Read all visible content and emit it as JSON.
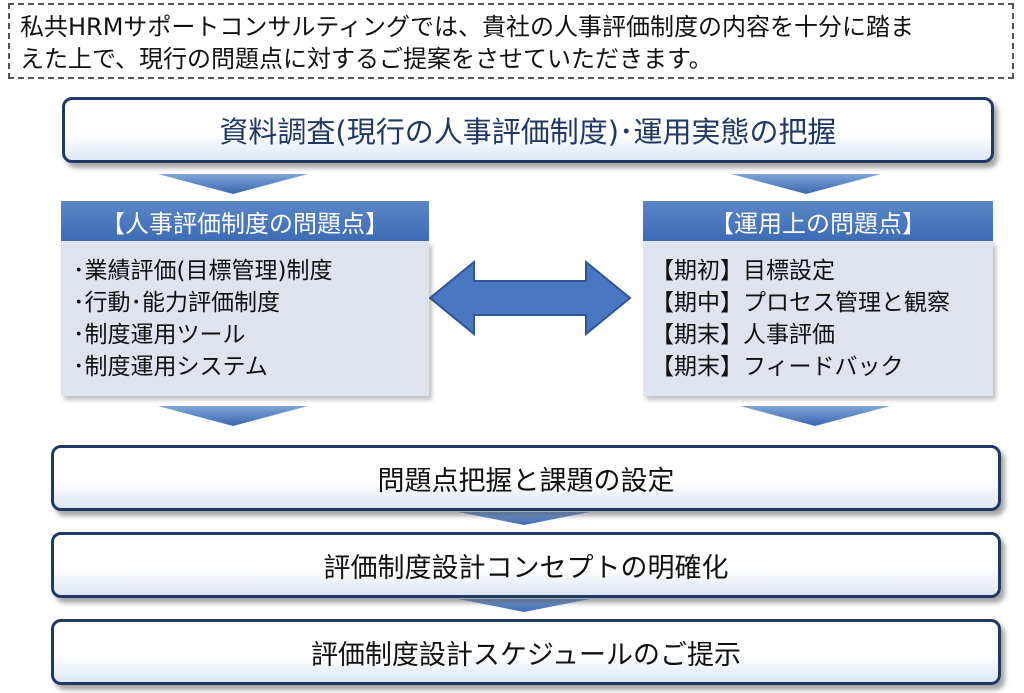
{
  "intro": {
    "line1": "私共HRMサポートコンサルティングでは、貴社の人事評価制度の内容を十分に踏ま",
    "line2": "えた上で、現行の問題点に対するご提案をさせていただきます。"
  },
  "top_box": {
    "label": "資料調査(現行の人事評価制度)･運用実態の把握"
  },
  "left_panel": {
    "title": "【人事評価制度の問題点】",
    "items": [
      "･業績評価(目標管理)制度",
      "･行動･能力評価制度",
      "･制度運用ツール",
      "･制度運用システム"
    ]
  },
  "right_panel": {
    "title": "【運用上の問題点】",
    "items": [
      "【期初】目標設定",
      "【期中】プロセス管理と観察",
      "【期末】人事評価",
      "【期末】フィードバック"
    ]
  },
  "steps": [
    {
      "label": "問題点把握と課題の設定"
    },
    {
      "label": "評価制度設計コンセプトの明確化"
    },
    {
      "label": "評価制度設計スケジュールのご提示"
    }
  ],
  "colors": {
    "box_border": "#1f3864",
    "panel_header": "#4472c4",
    "panel_body": "#dfe3f0",
    "arrow": "#4472c4"
  }
}
